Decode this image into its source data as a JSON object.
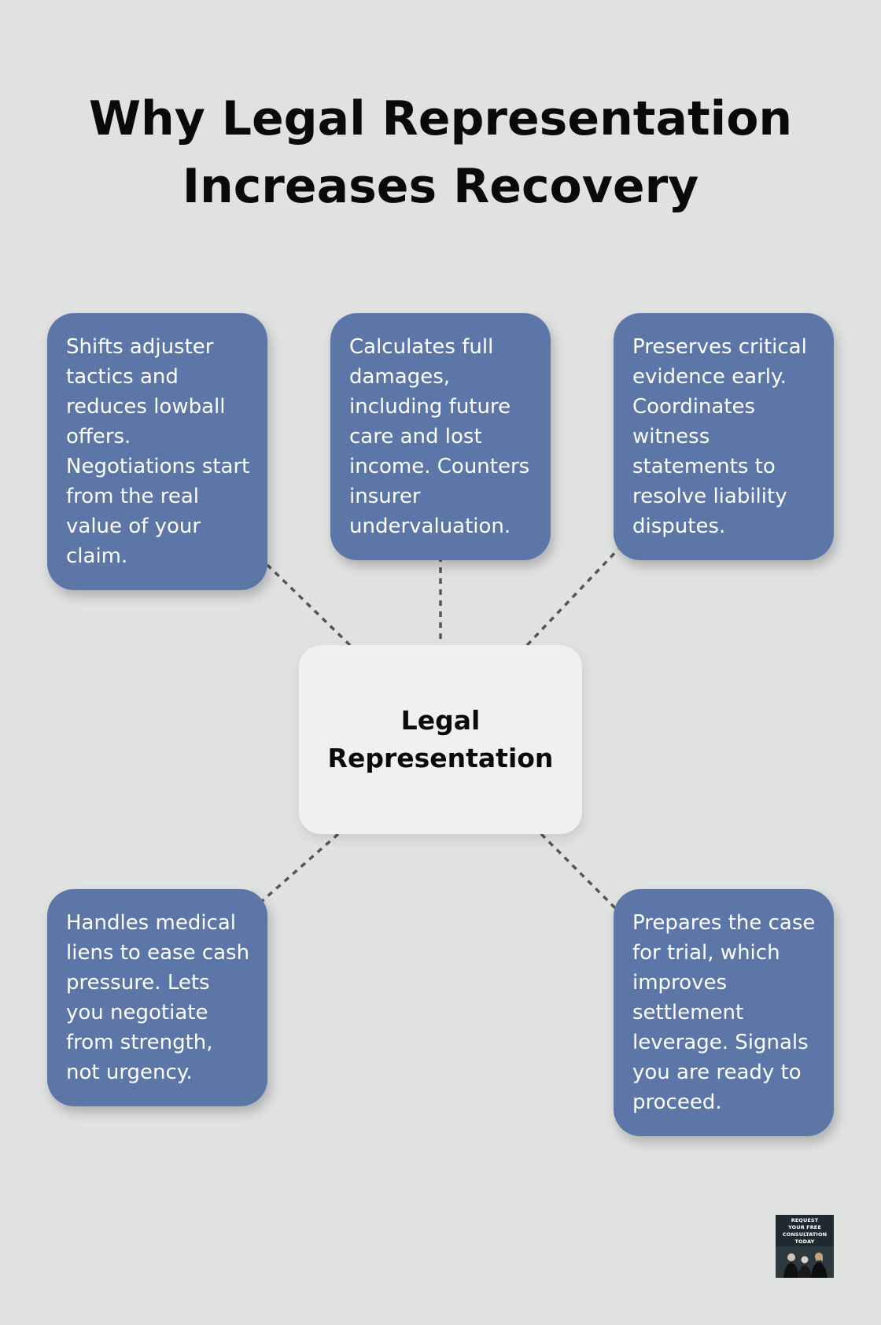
{
  "title": {
    "line1": "Why Legal Representation",
    "line2": "Increases Recovery"
  },
  "hub": {
    "line1": "Legal",
    "line2": "Representation"
  },
  "cards": [
    {
      "text": "Shifts adjuster tactics and reduces lowball offers. Negotiations start from the real value of your claim."
    },
    {
      "text": "Calculates full damages, including future care and lost income. Counters insurer undervaluation."
    },
    {
      "text": "Preserves critical evidence early. Coordinates witness statements to resolve liability disputes."
    },
    {
      "text": "Handles medical liens to ease cash pressure. Lets you negotiate from strength, not urgency."
    },
    {
      "text": "Prepares the case for trial, which improves settlement leverage. Signals you are ready to proceed."
    }
  ],
  "badge": {
    "line1": "REQUEST",
    "line2": "YOUR FREE",
    "line3": "CONSULTATION",
    "line4": "TODAY"
  },
  "colors": {
    "background": "#e0e2e2",
    "card": "#5d76a8",
    "hub": "#eff0f2",
    "connector": "#555555"
  }
}
